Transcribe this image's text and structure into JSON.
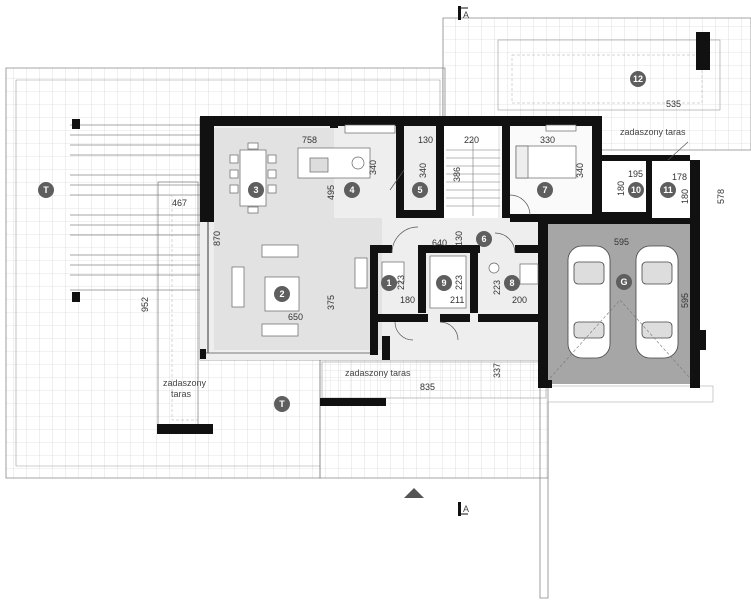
{
  "section_marker": "A",
  "rooms": {
    "r1": "1",
    "r2": "2",
    "r3": "3",
    "r4": "4",
    "r5": "5",
    "r6": "6",
    "r7": "7",
    "r8": "8",
    "r9": "9",
    "r10": "10",
    "r11": "11",
    "r12": "12",
    "garage": "G",
    "terrace": "T"
  },
  "labels": {
    "covered_terrace": "zadaszony taras",
    "covered_terrace_line1": "zadaszony",
    "covered_terrace_line2": "taras"
  },
  "dimensions": {
    "d758": "758",
    "d130a": "130",
    "d220": "220",
    "d330": "330",
    "d340a": "340",
    "d340b": "340",
    "d340c": "340",
    "d495": "495",
    "d386": "386",
    "d870": "870",
    "d640": "640",
    "d130b": "130",
    "d375": "375",
    "d650": "650",
    "d223a": "223",
    "d180a": "180",
    "d223b": "223",
    "d211": "211",
    "d223c": "223",
    "d200": "200",
    "d195": "195",
    "d180b": "180",
    "d178": "178",
    "d180c": "180",
    "d578": "578",
    "d595a": "595",
    "d595b": "595",
    "d535": "535",
    "d467": "467",
    "d952": "952",
    "d835": "835",
    "d337": "337"
  },
  "colors": {
    "wall": "#111111",
    "interior_light": "#e6e6e6",
    "garage": "#a6a6a6",
    "badge": "#5e5e5e",
    "grid": "#c8c8c8"
  }
}
